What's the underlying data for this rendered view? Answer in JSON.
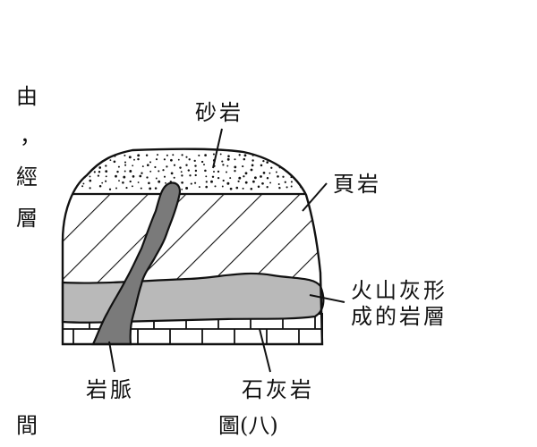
{
  "colors": {
    "ink": "#111111",
    "sandstone_fill": "#ffffff",
    "shale_fill": "#ffffff",
    "ash_fill": "#b9b9b9",
    "vein_fill": "#7a7a7a",
    "limestone_fill": "#ffffff"
  },
  "labels": {
    "sandstone": "砂岩",
    "shale": "頁岩",
    "ash_line1": "火山灰形",
    "ash_line2": "成的岩層",
    "vein": "岩脈",
    "limestone": "石灰岩",
    "caption": "圖(八)"
  },
  "cropped_text": {
    "line1": "由",
    "line2": "，",
    "line3": "經",
    "line4": "層",
    "line5": "間"
  }
}
